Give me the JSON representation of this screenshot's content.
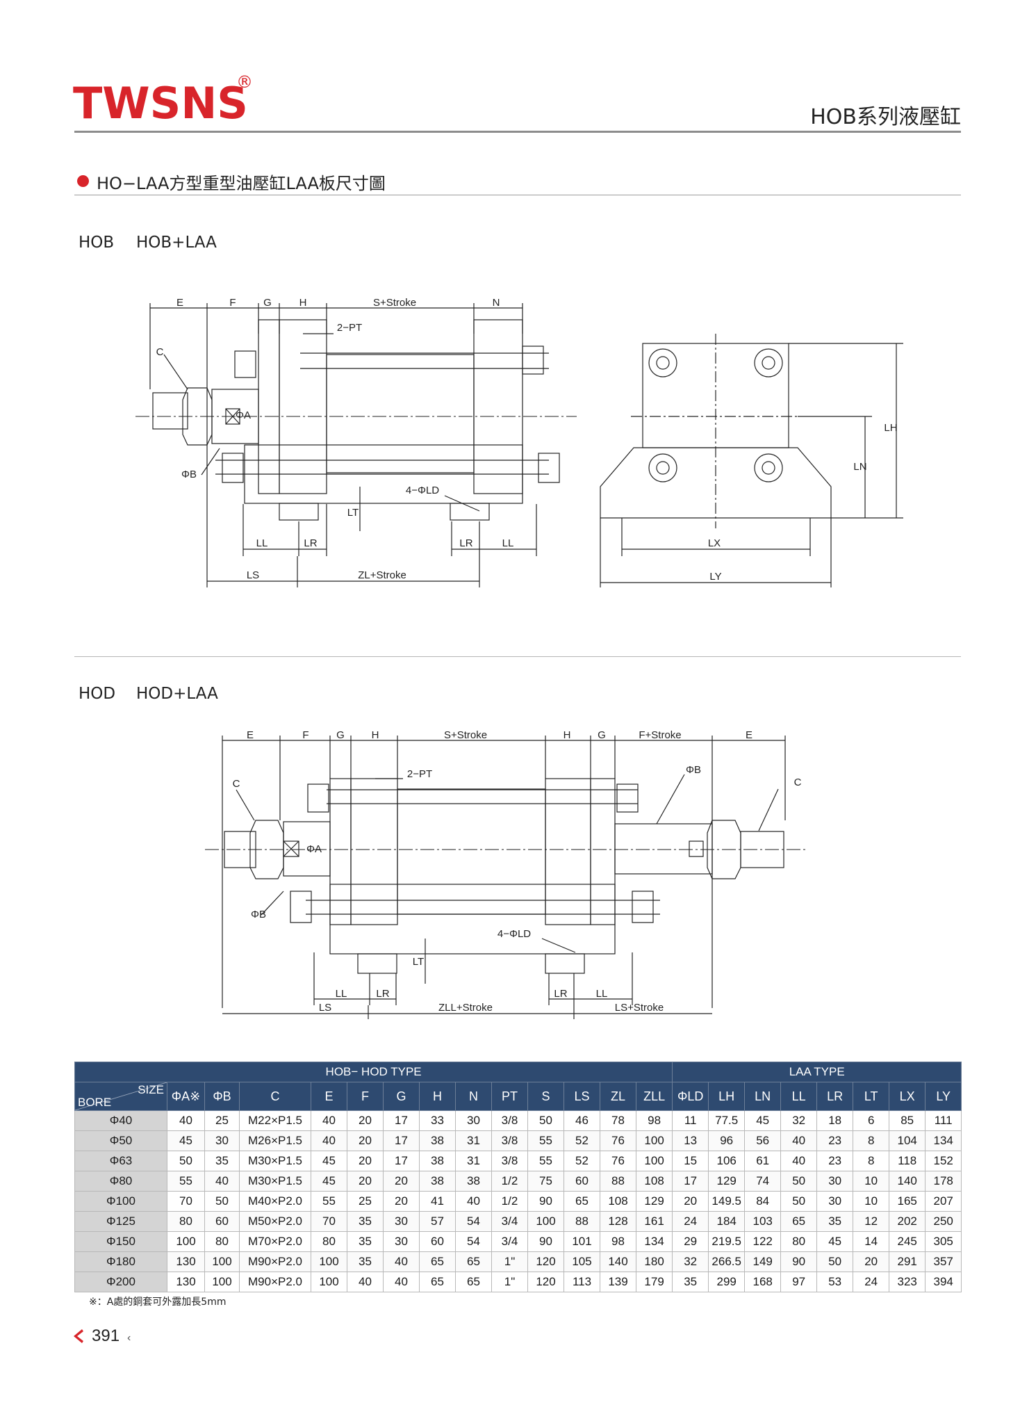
{
  "header": {
    "logo": "TWSNS",
    "reg": "®",
    "series": "HOB系列液壓缸"
  },
  "section": {
    "title": "HO−LAA方型重型油壓缸LAA板尺寸圖"
  },
  "drawing1": {
    "model": "HOB",
    "variant": "HOB+LAA",
    "dims": {
      "E": "E",
      "F": "F",
      "G": "G",
      "H": "H",
      "S": "S+Stroke",
      "N": "N",
      "PT": "2−PT",
      "C": "C",
      "PA": "ΦA",
      "PB": "ΦB",
      "LD": "4−ΦLD",
      "LT": "LT",
      "LL": "LL",
      "LR": "LR",
      "LS": "LS",
      "ZL": "ZL+Stroke",
      "LX": "LX",
      "LY": "LY",
      "LN": "LN",
      "LH": "LH"
    }
  },
  "drawing2": {
    "model": "HOD",
    "variant": "HOD+LAA",
    "dims": {
      "E": "E",
      "F": "F",
      "G": "G",
      "H": "H",
      "S": "S+Stroke",
      "FS": "F+Stroke",
      "PT": "2−PT",
      "C": "C",
      "PA": "ΦA",
      "PB": "ΦB",
      "LD": "4−ΦLD",
      "LT": "LT",
      "LL": "LL",
      "LR": "LR",
      "LS": "LS",
      "ZLL": "ZLL+Stroke",
      "LSS": "LS+Stroke"
    }
  },
  "table": {
    "group_hob": "HOB− HOD TYPE",
    "group_laa": "LAA TYPE",
    "size_label": "SIZE",
    "bore_label": "BORE",
    "columns": [
      "ΦA※",
      "ΦB",
      "C",
      "E",
      "F",
      "G",
      "H",
      "N",
      "PT",
      "S",
      "LS",
      "ZL",
      "ZLL",
      "ΦLD",
      "LH",
      "LN",
      "LL",
      "LR",
      "LT",
      "LX",
      "LY"
    ],
    "rows": [
      [
        "Φ40",
        "40",
        "25",
        "M22×P1.5",
        "40",
        "20",
        "17",
        "33",
        "30",
        "3/8",
        "50",
        "46",
        "78",
        "98",
        "11",
        "77.5",
        "45",
        "32",
        "18",
        "6",
        "85",
        "111"
      ],
      [
        "Φ50",
        "45",
        "30",
        "M26×P1.5",
        "40",
        "20",
        "17",
        "38",
        "31",
        "3/8",
        "55",
        "52",
        "76",
        "100",
        "13",
        "96",
        "56",
        "40",
        "23",
        "8",
        "104",
        "134"
      ],
      [
        "Φ63",
        "50",
        "35",
        "M30×P1.5",
        "45",
        "20",
        "17",
        "38",
        "31",
        "3/8",
        "55",
        "52",
        "76",
        "100",
        "15",
        "106",
        "61",
        "40",
        "23",
        "8",
        "118",
        "152"
      ],
      [
        "Φ80",
        "55",
        "40",
        "M30×P1.5",
        "45",
        "20",
        "20",
        "38",
        "38",
        "1/2",
        "75",
        "60",
        "88",
        "108",
        "17",
        "129",
        "74",
        "50",
        "30",
        "10",
        "140",
        "178"
      ],
      [
        "Φ100",
        "70",
        "50",
        "M40×P2.0",
        "55",
        "25",
        "20",
        "41",
        "40",
        "1/2",
        "90",
        "65",
        "108",
        "129",
        "20",
        "149.5",
        "84",
        "50",
        "30",
        "10",
        "165",
        "207"
      ],
      [
        "Φ125",
        "80",
        "60",
        "M50×P2.0",
        "70",
        "35",
        "30",
        "57",
        "54",
        "3/4",
        "100",
        "88",
        "128",
        "161",
        "24",
        "184",
        "103",
        "65",
        "35",
        "12",
        "202",
        "250"
      ],
      [
        "Φ150",
        "100",
        "80",
        "M70×P2.0",
        "80",
        "35",
        "30",
        "60",
        "54",
        "3/4",
        "90",
        "101",
        "98",
        "134",
        "29",
        "219.5",
        "122",
        "80",
        "45",
        "14",
        "245",
        "305"
      ],
      [
        "Φ180",
        "130",
        "100",
        "M90×P2.0",
        "100",
        "35",
        "40",
        "65",
        "65",
        "1\"",
        "120",
        "105",
        "140",
        "180",
        "32",
        "266.5",
        "149",
        "90",
        "50",
        "20",
        "291",
        "357"
      ],
      [
        "Φ200",
        "130",
        "100",
        "M90×P2.0",
        "100",
        "40",
        "40",
        "65",
        "65",
        "1\"",
        "120",
        "113",
        "139",
        "179",
        "35",
        "299",
        "168",
        "97",
        "53",
        "24",
        "323",
        "394"
      ]
    ]
  },
  "note": "※：A處的銅套可外露加長5mm",
  "page": {
    "number": "391"
  }
}
